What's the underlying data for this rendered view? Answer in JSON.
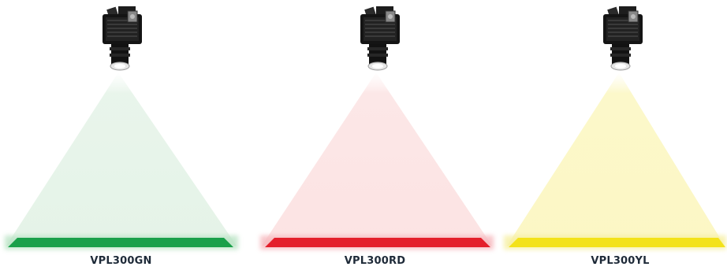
{
  "products": [
    {
      "model": "VPL300GN",
      "beam_color": "#dcefe0",
      "bar_color": "#1aa04a",
      "glow_color": "#b9e3c4"
    },
    {
      "model": "VPL300RD",
      "beam_color": "#fbdcdc",
      "bar_color": "#e41f2b",
      "glow_color": "#f6b8bd"
    },
    {
      "model": "VPL300YL",
      "beam_color": "#fbf6be",
      "bar_color": "#f3e21a",
      "glow_color": "#f6efa0"
    }
  ]
}
